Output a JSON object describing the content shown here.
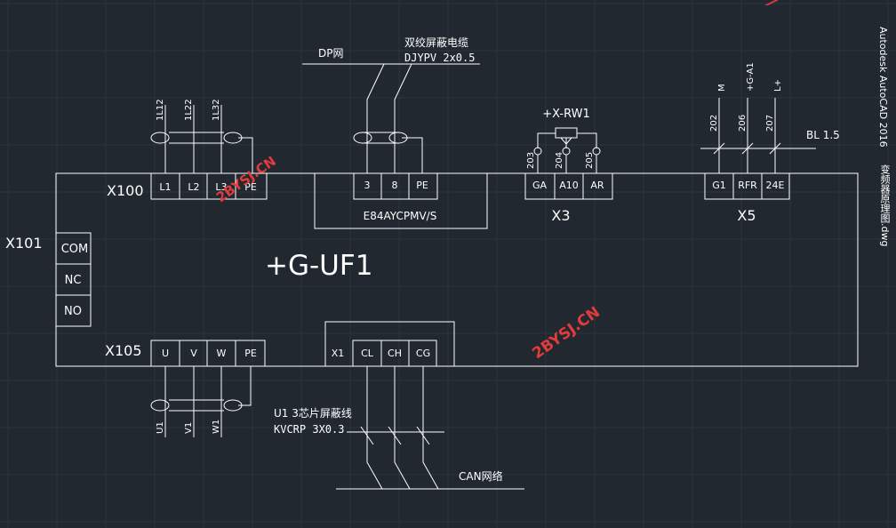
{
  "main_box": {
    "label": "+G-UF1"
  },
  "connectors": {
    "x100": {
      "name": "X100",
      "terminals": [
        "L1",
        "L2",
        "L3",
        "PE"
      ],
      "wires": [
        "1L12",
        "1L22",
        "1L32"
      ]
    },
    "x101": {
      "name": "X101",
      "terminals": [
        "COM",
        "NC",
        "NO"
      ]
    },
    "x105": {
      "name": "X105",
      "terminals": [
        "U",
        "V",
        "W",
        "PE"
      ],
      "wires": [
        "U1",
        "V1",
        "W1"
      ]
    },
    "comm": {
      "module": "E84AYCPMV/S",
      "terminals": [
        "3",
        "8",
        "PE"
      ],
      "dp_label": "DP网",
      "cable_name": "双绞屏蔽电缆",
      "cable_type": "DJYPV 2x0.5"
    },
    "x3": {
      "name": "X3",
      "terminals": [
        "GA",
        "A10",
        "AR"
      ],
      "wires": [
        "203",
        "204",
        "205"
      ],
      "device": "+X-RW1"
    },
    "x5": {
      "name": "X5",
      "terminals": [
        "G1",
        "RFR",
        "24E"
      ],
      "wires": [
        "202",
        "206",
        "207"
      ],
      "signals": [
        "M",
        "+G-A1",
        "L+"
      ],
      "wire_size": "BL 1.5"
    },
    "can": {
      "x1": "X1",
      "terminals": [
        "CL",
        "CH",
        "CG"
      ],
      "cable_name": "U1 3芯片屏蔽线",
      "cable_type": "KVCRP 3X0.3",
      "bus_label": "CAN网络"
    }
  },
  "watermark": "2BYSJ.CN",
  "side_text": {
    "app": "Autodesk AutoCAD 2016",
    "file": "变频器原理图.dwg"
  }
}
